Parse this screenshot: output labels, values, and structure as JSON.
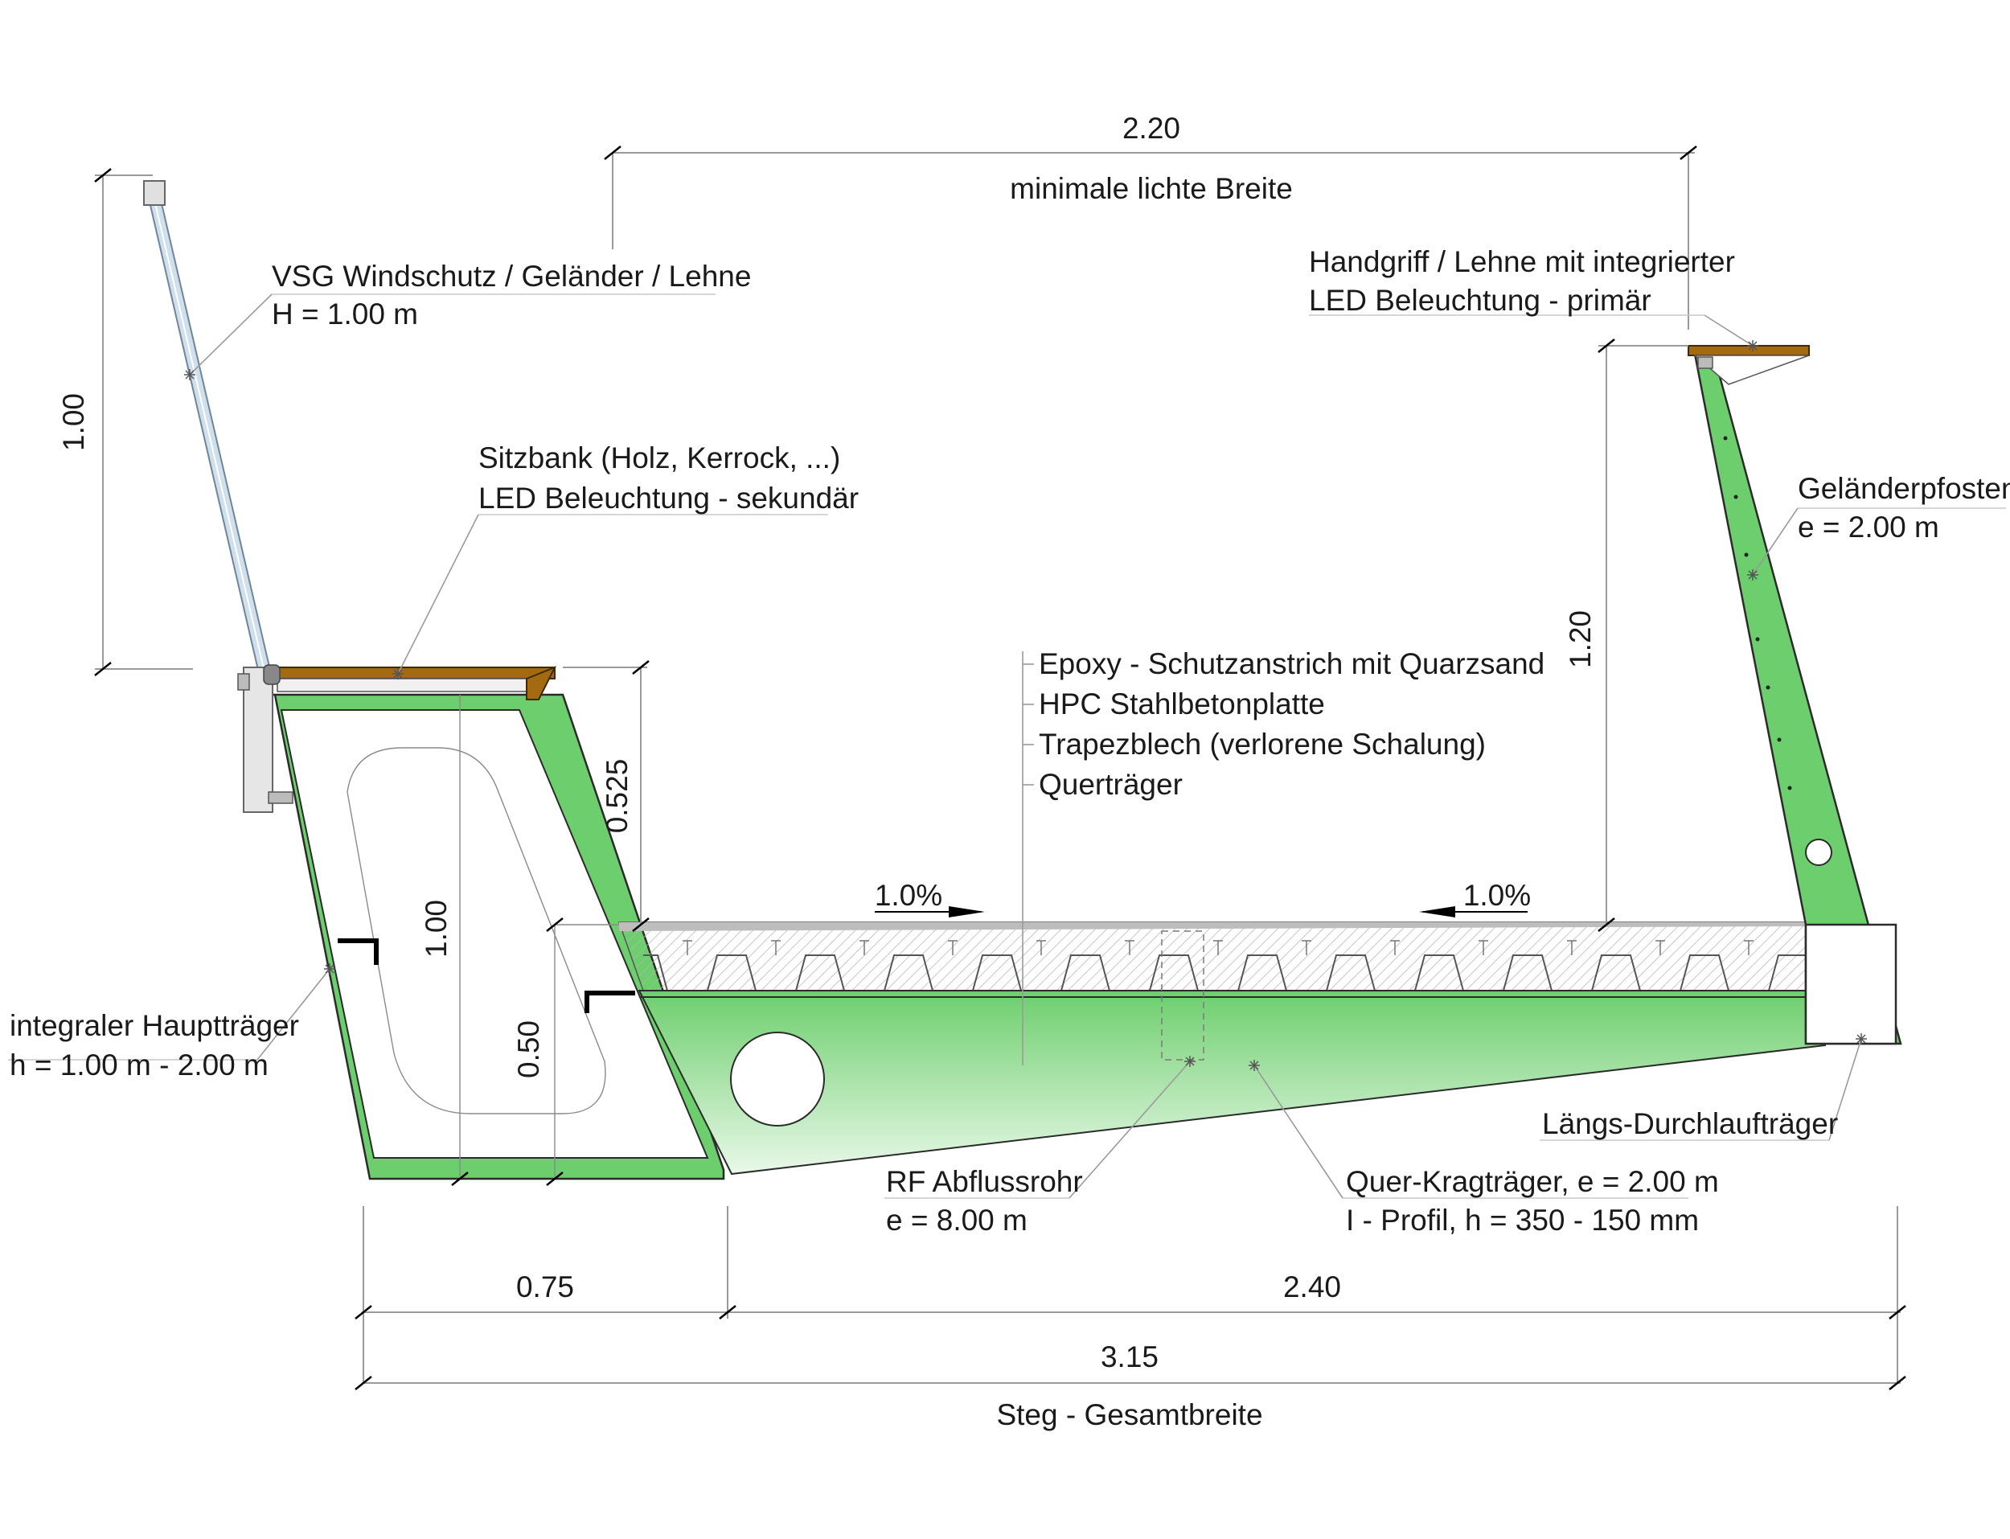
{
  "dimensions": {
    "clear_width_value": "2.20",
    "clear_width_caption": "minimale lichte Breite",
    "windscreen_height": "1.00",
    "bench_height": "0.525",
    "girder_height": "1.00",
    "girder_depth_inner": "0.50",
    "post_height": "1.20",
    "left_span": "0.75",
    "right_span": "2.40",
    "total_width_value": "3.15",
    "total_width_caption": "Steg - Gesamtbreite"
  },
  "slopes": {
    "left": "1.0%",
    "right": "1.0%"
  },
  "annotations": {
    "windscreen": {
      "line1": "VSG Windschutz / Geländer / Lehne",
      "line2": "H = 1.00 m"
    },
    "bench": {
      "line1": "Sitzbank (Holz, Kerrock, ...)",
      "line2": "LED Beleuchtung - sekundär"
    },
    "handrail": {
      "line1": "Handgriff / Lehne mit integrierter",
      "line2": "LED Beleuchtung - primär"
    },
    "post": {
      "line1": "Geländerpfosten",
      "line2": "e = 2.00 m"
    },
    "deck_layers": [
      "Epoxy - Schutzanstrich mit Quarzsand",
      "HPC Stahlbetonplatte",
      "Trapezblech (verlorene Schalung)",
      "Querträger"
    ],
    "main_girder": {
      "line1": "integraler Hauptträger",
      "line2": "h = 1.00 m - 2.00 m"
    },
    "drain": {
      "line1": "RF Abflussrohr",
      "line2": "e = 8.00 m"
    },
    "cross_beam": {
      "line1": "Quer-Kragträger, e = 2.00 m",
      "line2": "I - Profil, h = 350 - 150 mm"
    },
    "longitudinal_beam": {
      "line1": "Längs-Durchlaufträger"
    }
  },
  "colors": {
    "steel": "#6dce6d",
    "wood": "#a36a10",
    "concrete": "#cfcfcf",
    "glass": "#cfe0ec",
    "text": "#1a1a1a"
  }
}
